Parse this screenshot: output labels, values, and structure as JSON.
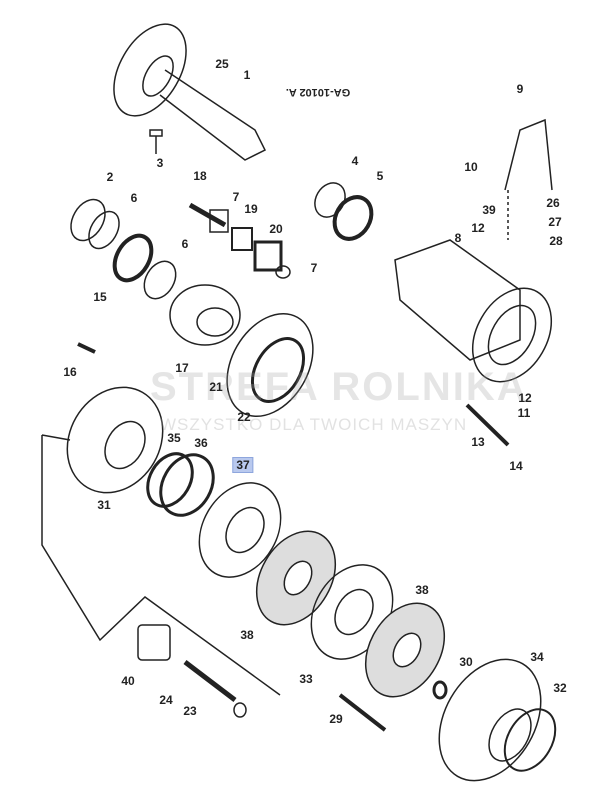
{
  "diagram": {
    "drawing_code": "GA-10102 A.",
    "watermark": {
      "title": "STREFA ROLNIKA",
      "subtitle": "WSZYSTKO DLA TWOICH MASZYN"
    },
    "highlight_color": "#b9c9ee",
    "labels": [
      "25",
      "1",
      "3",
      "2",
      "6",
      "6",
      "15",
      "18",
      "7",
      "19",
      "20",
      "7",
      "4",
      "5",
      "9",
      "10",
      "26",
      "39",
      "27",
      "12",
      "8",
      "28",
      "16",
      "17",
      "21",
      "22",
      "12",
      "11",
      "13",
      "14",
      "35",
      "36",
      "37",
      "31",
      "38",
      "38",
      "33",
      "30",
      "34",
      "32",
      "40",
      "24",
      "23",
      "29"
    ],
    "highlighted_label": "37"
  }
}
